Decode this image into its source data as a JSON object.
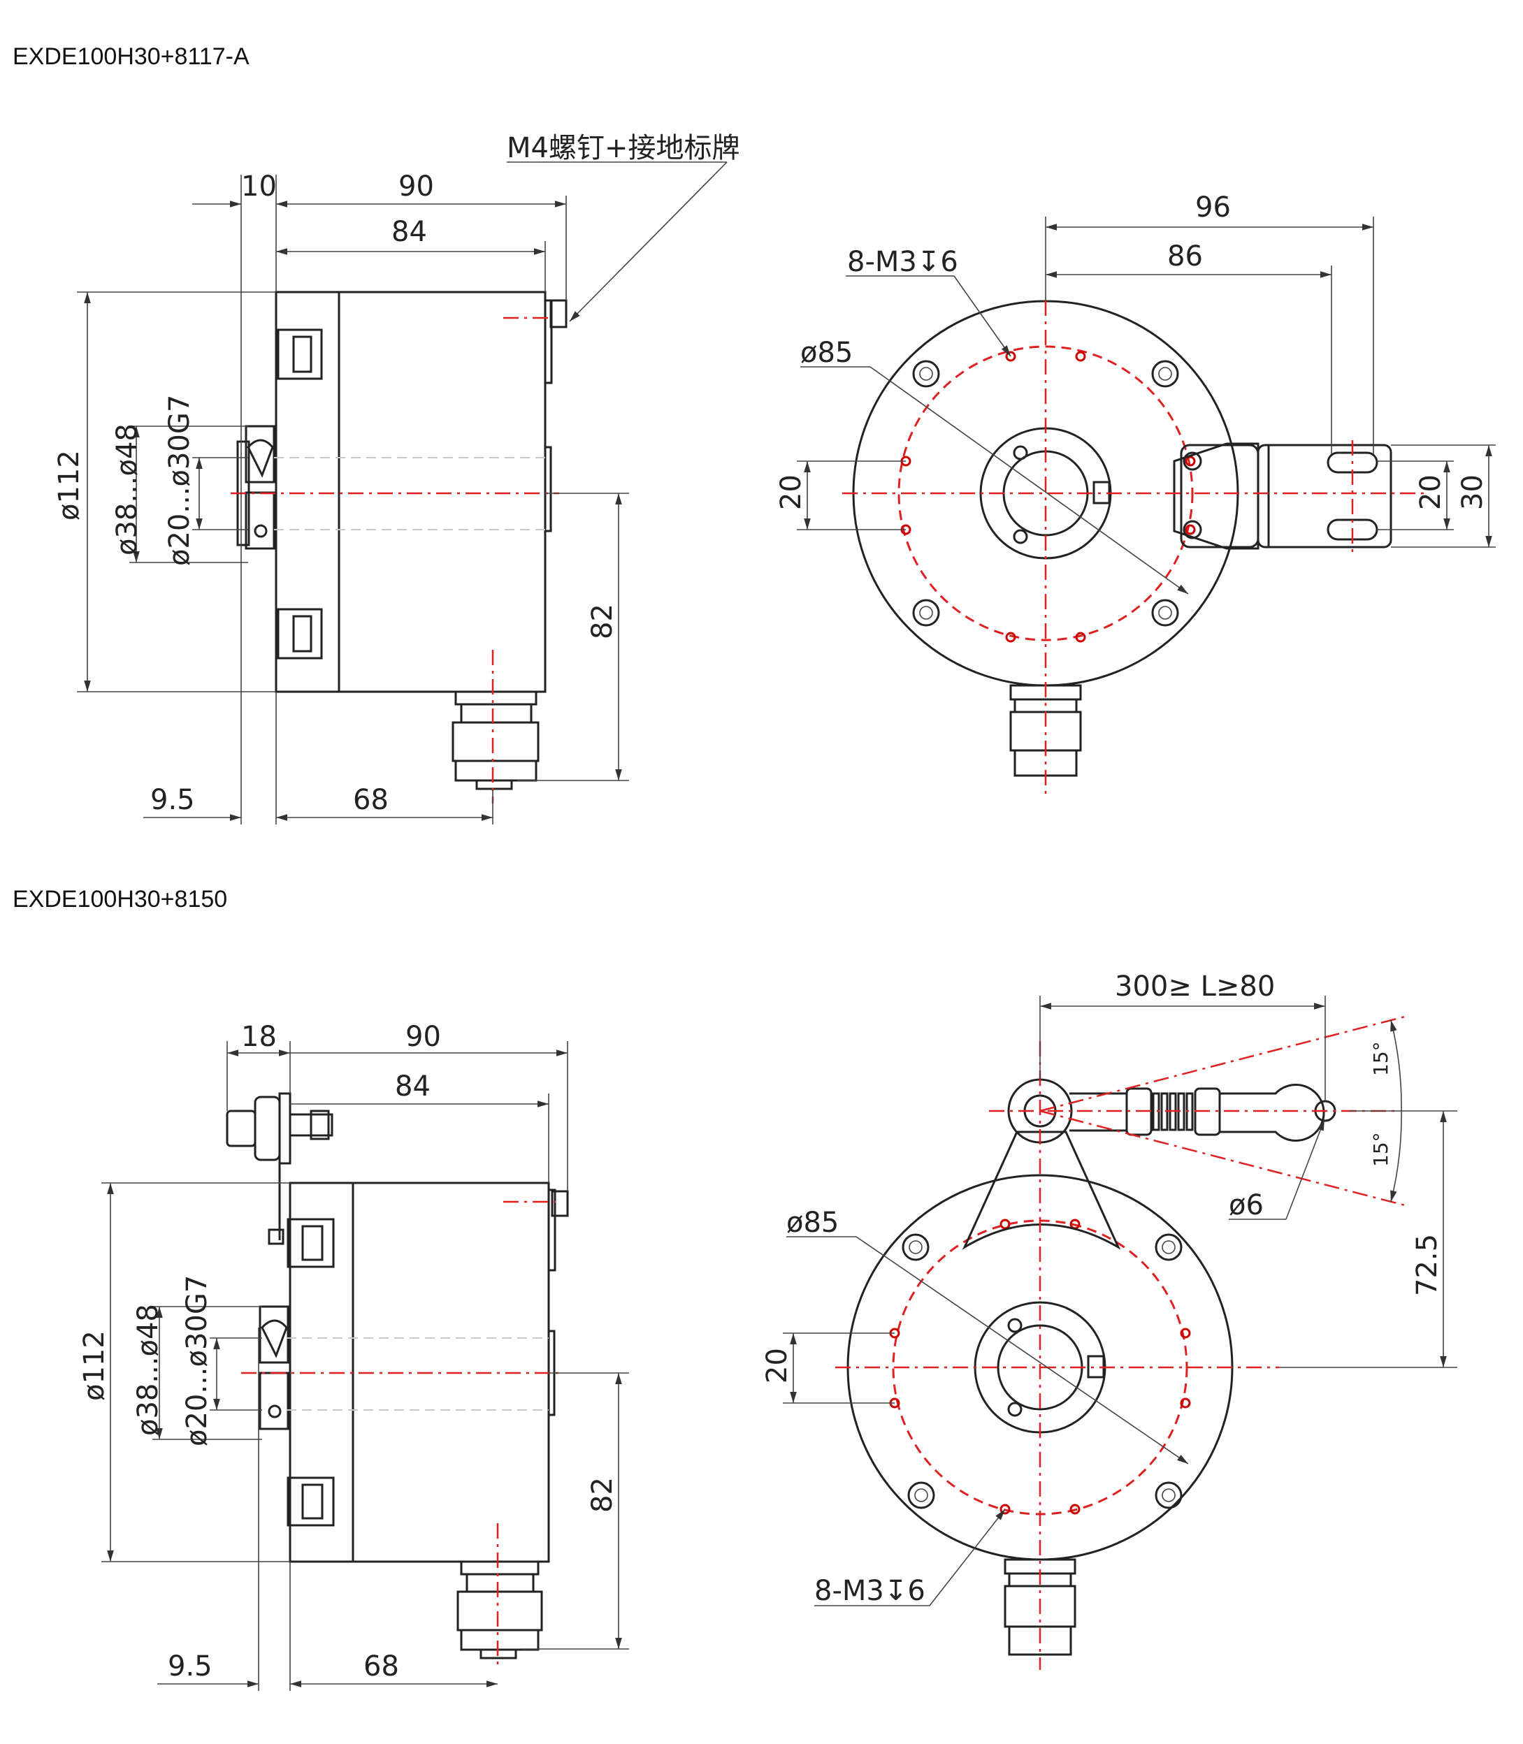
{
  "titles": {
    "top": "EXDE100H30+8117-A",
    "bottom": "EXDE100H30+8150"
  },
  "top_side": {
    "d10": "10",
    "d90": "90",
    "d84": "84",
    "label_m4": "M4螺钉+接地标牌",
    "d112": "ø112",
    "d38_48": "ø38...ø48",
    "d20_30": "ø20...ø30G7",
    "d82": "82",
    "d95": "9.5",
    "d68": "68"
  },
  "top_front": {
    "d96": "96",
    "d86": "86",
    "m3": "8-M3↧6",
    "d85": "ø85",
    "d20l": "20",
    "d20r": "20",
    "d30": "30"
  },
  "bottom_side": {
    "d18": "18",
    "d90": "90",
    "d84": "84",
    "d112": "ø112",
    "d38_48": "ø38...ø48",
    "d20_30": "ø20...ø30G7",
    "d82": "82",
    "d95": "9.5",
    "d68": "68"
  },
  "bottom_front": {
    "dL": "300≥ L≥80",
    "d15a": "15°",
    "d15b": "15°",
    "d6": "ø6",
    "d85": "ø85",
    "d725": "72.5",
    "d20": "20",
    "m3": "8-M3↧6"
  },
  "colors": {
    "outline": "#222222",
    "center": "#e02020",
    "hidden": "#c8c8c8"
  }
}
